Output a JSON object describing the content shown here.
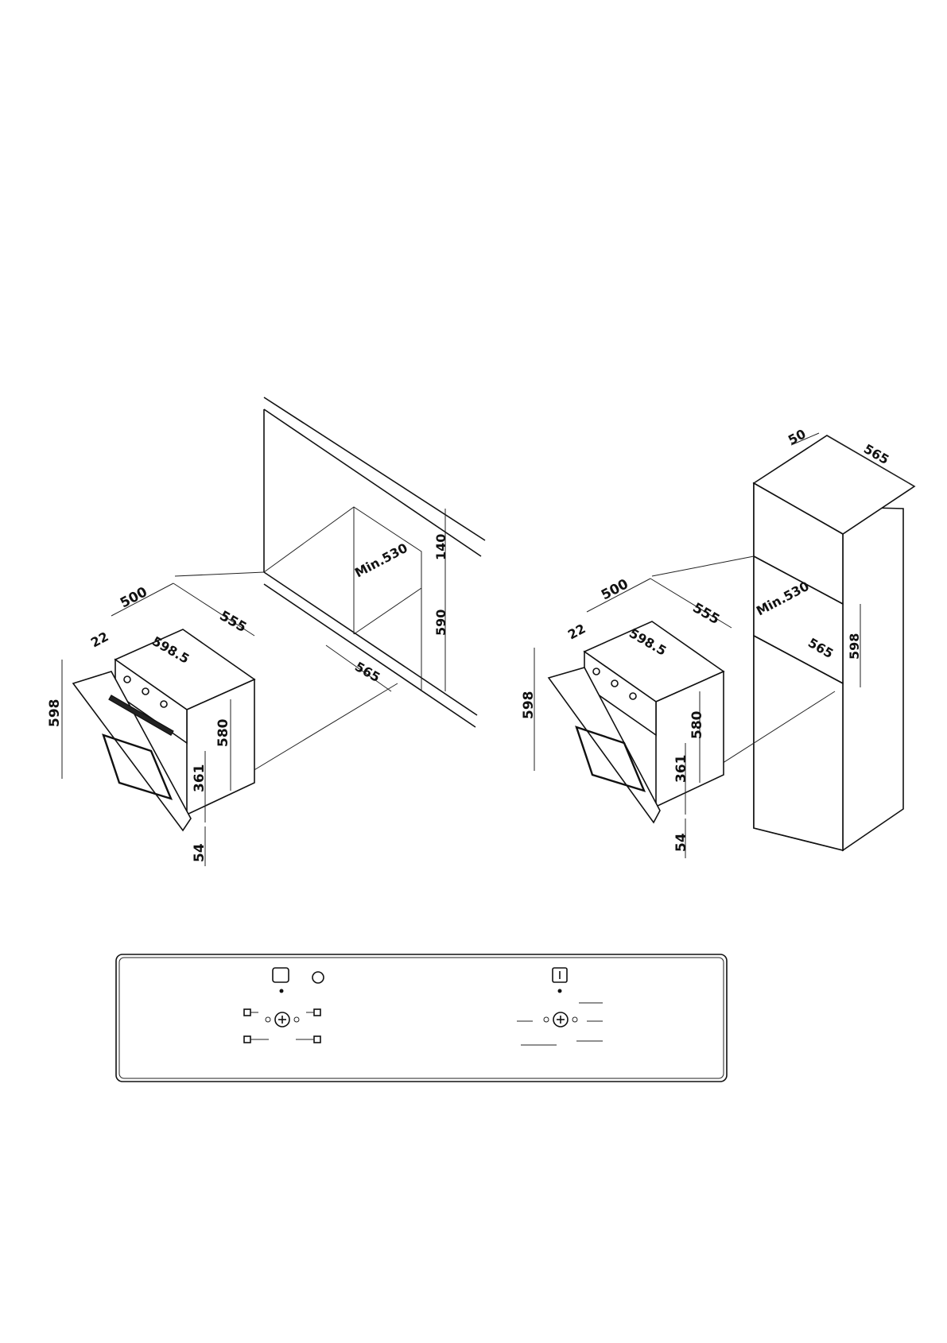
{
  "left_diagram": {
    "dims": {
      "width_500": "500",
      "depth_555": "555",
      "front_22": "22",
      "width_598_5": "598.5",
      "height_598": "598",
      "height_580": "580",
      "door_361": "361",
      "base_54": "54",
      "niche_min_530": "Min.530",
      "niche_140": "140",
      "niche_590": "590",
      "niche_565": "565"
    }
  },
  "right_diagram": {
    "dims": {
      "width_500": "500",
      "depth_555": "555",
      "front_22": "22",
      "width_598_5": "598.5",
      "height_598": "598",
      "height_580": "580",
      "door_361": "361",
      "base_54": "54",
      "top_50": "50",
      "top_565": "565",
      "niche_min_530": "Min.530",
      "niche_598": "598",
      "niche_565": "565"
    }
  },
  "control_panel": {
    "icons": [
      "timer-icon",
      "indicator-lamp-icon",
      "thermometer-icon"
    ]
  }
}
